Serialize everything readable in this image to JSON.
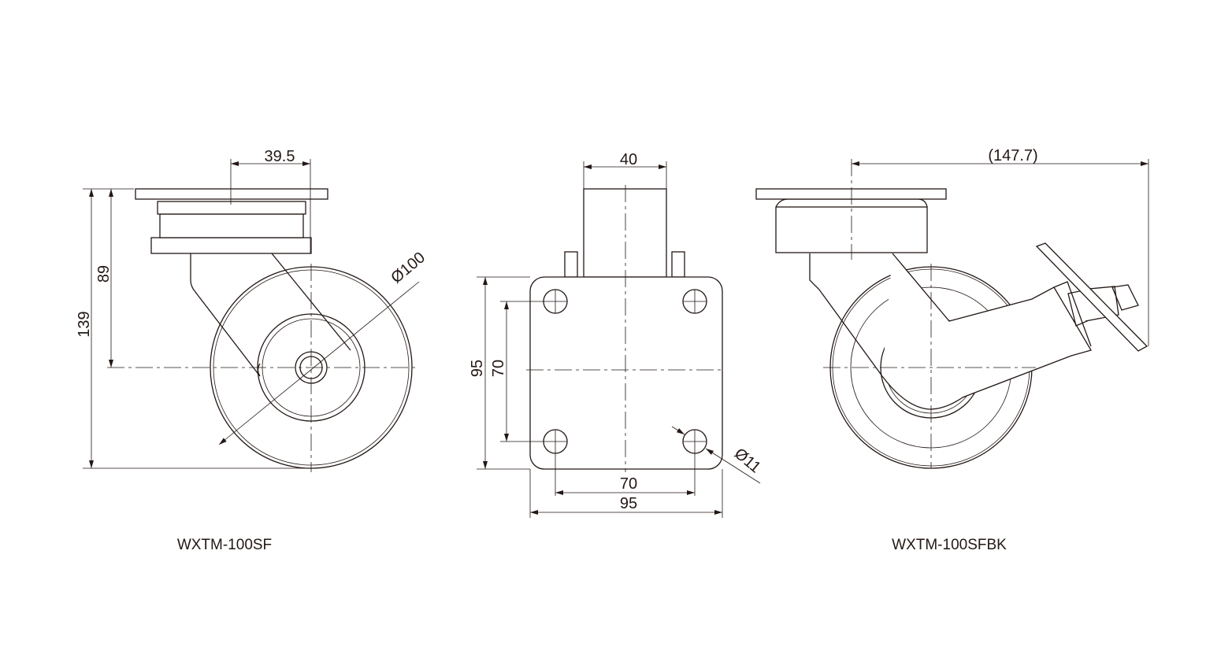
{
  "views": {
    "side": {
      "model_label": "WXTM-100SF",
      "dims": {
        "total_height": "139",
        "axle_height": "89",
        "offset": "39.5",
        "wheel_diameter": "Ø100"
      }
    },
    "top": {
      "dims": {
        "stem_width": "40",
        "plate_height": "95",
        "hole_spacing_v": "70",
        "hole_spacing_h": "70",
        "plate_width": "95",
        "hole_diameter": "Ø11"
      }
    },
    "brake": {
      "model_label": "WXTM-100SFBK",
      "dims": {
        "overall_reach": "(147.7)"
      }
    }
  }
}
